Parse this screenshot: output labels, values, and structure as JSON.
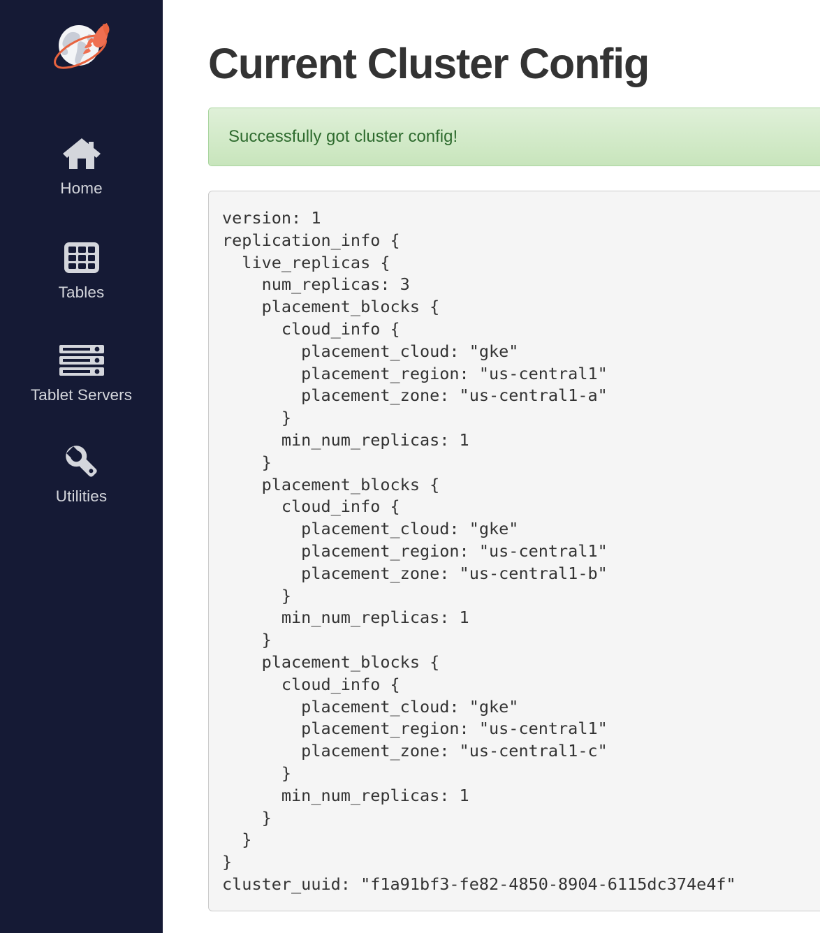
{
  "sidebar": {
    "logo": {
      "icon": "globe-rocket-logo",
      "globe_color": "#f2f3f5",
      "globe_shade": "#c8ccd6",
      "rocket_color": "#ef6f51",
      "orbit_color": "#e8633f"
    },
    "items": [
      {
        "label": "Home",
        "icon": "home-icon"
      },
      {
        "label": "Tables",
        "icon": "grid-table-icon"
      },
      {
        "label": "Tablet Servers",
        "icon": "server-stack-icon"
      },
      {
        "label": "Utilities",
        "icon": "wrench-icon"
      }
    ],
    "background_color": "#151a35",
    "label_color": "#d4d6dc"
  },
  "main": {
    "title": "Current Cluster Config",
    "alert": {
      "message": "Successfully got cluster config!",
      "type": "success",
      "text_color": "#2e6b2e",
      "background_color": "#dff0d8",
      "border_color": "#a9d59f"
    },
    "config": {
      "background_color": "#f5f5f5",
      "text_color": "#333333",
      "text": "version: 1\nreplication_info {\n  live_replicas {\n    num_replicas: 3\n    placement_blocks {\n      cloud_info {\n        placement_cloud: \"gke\"\n        placement_region: \"us-central1\"\n        placement_zone: \"us-central1-a\"\n      }\n      min_num_replicas: 1\n    }\n    placement_blocks {\n      cloud_info {\n        placement_cloud: \"gke\"\n        placement_region: \"us-central1\"\n        placement_zone: \"us-central1-b\"\n      }\n      min_num_replicas: 1\n    }\n    placement_blocks {\n      cloud_info {\n        placement_cloud: \"gke\"\n        placement_region: \"us-central1\"\n        placement_zone: \"us-central1-c\"\n      }\n      min_num_replicas: 1\n    }\n  }\n}\ncluster_uuid: \"f1a91bf3-fe82-4850-8904-6115dc374e4f\"",
      "values": {
        "version": 1,
        "num_replicas": 3,
        "cluster_uuid": "f1a91bf3-fe82-4850-8904-6115dc374e4f",
        "placement_blocks": [
          {
            "placement_cloud": "gke",
            "placement_region": "us-central1",
            "placement_zone": "us-central1-a",
            "min_num_replicas": 1
          },
          {
            "placement_cloud": "gke",
            "placement_region": "us-central1",
            "placement_zone": "us-central1-b",
            "min_num_replicas": 1
          },
          {
            "placement_cloud": "gke",
            "placement_region": "us-central1",
            "placement_zone": "us-central1-c",
            "min_num_replicas": 1
          }
        ]
      }
    }
  }
}
